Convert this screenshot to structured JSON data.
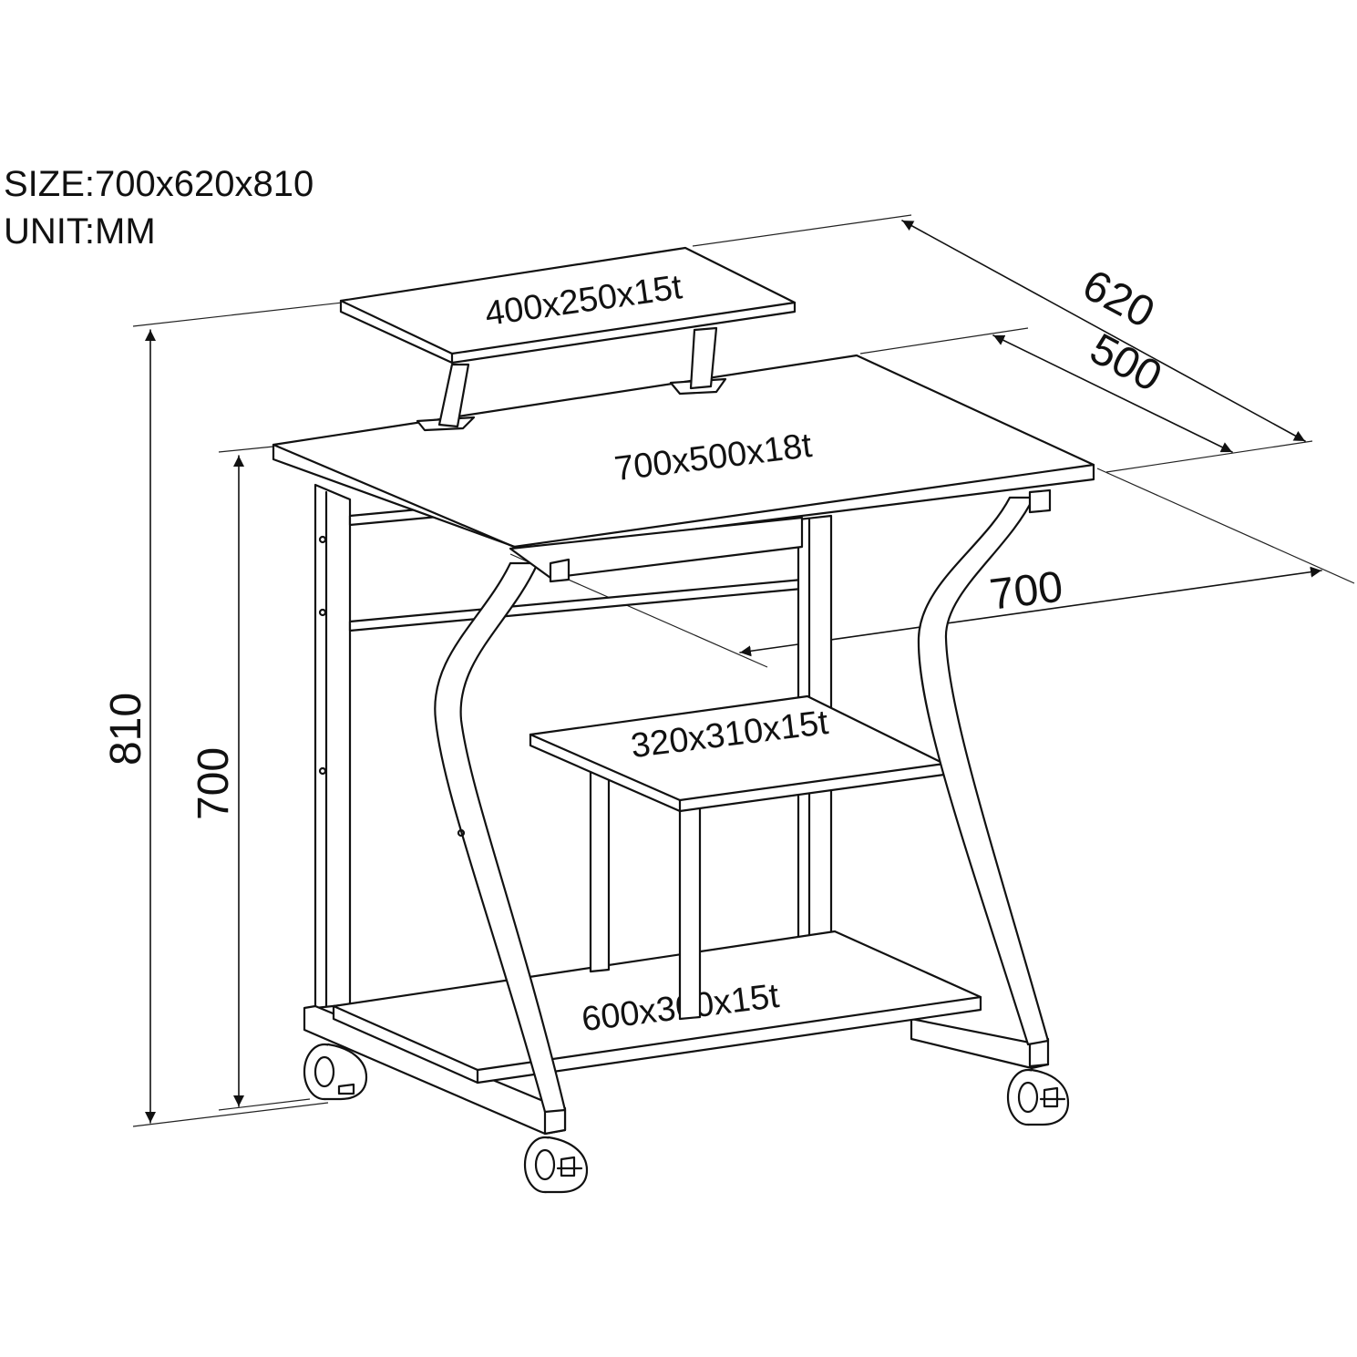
{
  "spec": {
    "size": "SIZE:700x620x810",
    "unit": "UNIT:MM"
  },
  "parts": {
    "monitor_shelf": "400x250x15t",
    "desktop": "700x500x18t",
    "middle_shelf": "320x310x15t",
    "bottom_shelf": "600x300x15t"
  },
  "dimensions": {
    "depth_total": "620",
    "depth_top": "500",
    "width": "700",
    "height_total": "810",
    "height_top": "700"
  },
  "colors": {
    "line": "#111111",
    "background": "#ffffff"
  }
}
